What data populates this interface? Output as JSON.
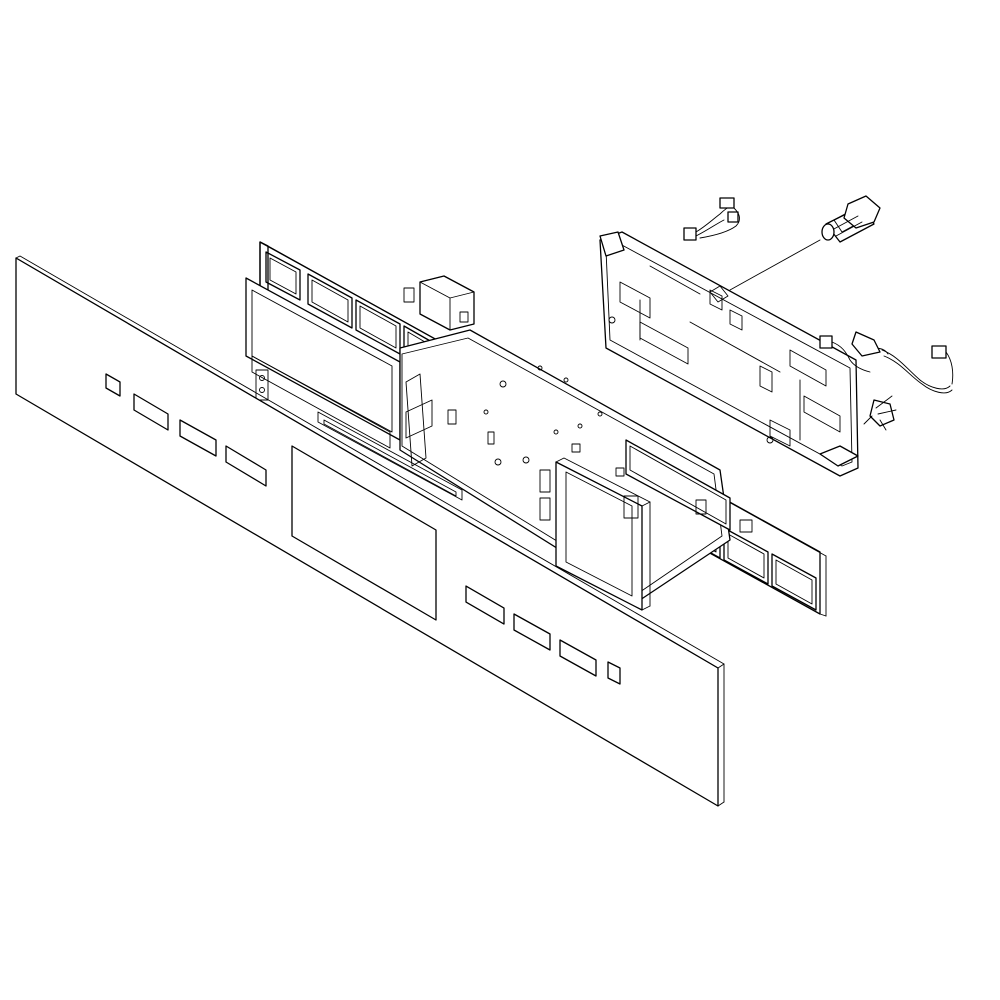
{
  "diagram": {
    "background_color": "#ffffff",
    "line_color": "#000000",
    "parts": [
      "front-glass-panel",
      "touch-key-frame",
      "display-window",
      "main-control-board",
      "relay-board-bracket",
      "wire-harness",
      "mounting-screw"
    ]
  }
}
